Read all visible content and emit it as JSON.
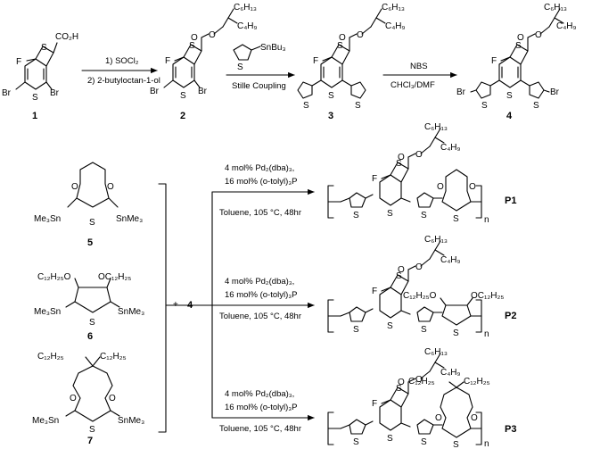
{
  "compounds": {
    "c1": "1",
    "c2": "2",
    "c3": "3",
    "c4": "4",
    "c5": "5",
    "c6": "6",
    "c7": "7",
    "p1": "P1",
    "p2": "P2",
    "p3": "P3"
  },
  "labels": {
    "co2h": "CO₂H",
    "f": "F",
    "br": "Br",
    "s": "S",
    "o": "O",
    "hexyl": "C₆H₁₃",
    "butyl": "C₄H₉",
    "snbu3": "SnBu₃",
    "snme3": "SnMe₃",
    "me3sn": "Me₃Sn",
    "oc12": "OC₁₂H₂₅",
    "c12o": "C₁₂H₂₅O",
    "c12": "C₁₂H₂₅",
    "n": "n",
    "plus": "+"
  },
  "steps": {
    "s1_line1": "1) SOCl₂",
    "s1_line2": "2) 2-butyloctan-1-ol",
    "s2": "Stille Coupling",
    "s3_line1": "NBS",
    "s3_line2": "CHCl₃/DMF"
  },
  "polymerization": {
    "cat1": "4 mol% Pd₂(dba)₃,",
    "cat2": "16 mol% (o-tolyl)₃P",
    "cond": "Toluene, 105 °C, 48hr"
  }
}
